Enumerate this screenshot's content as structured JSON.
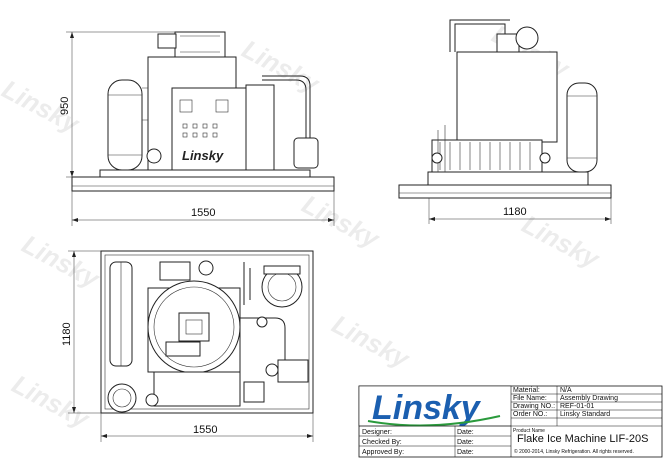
{
  "dimensions": {
    "front_width": "1550",
    "front_height": "950",
    "side_width": "1180",
    "plan_width": "1550",
    "plan_depth": "1180"
  },
  "panel_logo": "Linsky",
  "watermark": "Linsky",
  "title_block": {
    "logo": "Linsky",
    "fields": [
      {
        "label": "Material:",
        "value": "N/A"
      },
      {
        "label": "File Name:",
        "value": "Assembly Drawing"
      },
      {
        "label": "Drawing NO.:",
        "value": "REF-01-01"
      },
      {
        "label": "Order NO.:",
        "value": "Linsky Standard"
      },
      {
        "label": "Product Name",
        "value": ""
      }
    ],
    "signatures": [
      {
        "label": "Designer:",
        "date_label": "Date:"
      },
      {
        "label": "Checked By:",
        "date_label": "Date:"
      },
      {
        "label": "Approved By:",
        "date_label": "Date:"
      }
    ],
    "product_name": "Flake Ice Machine LIF-20S",
    "copyright": "© 2000-2014, Linsky Refrigeration. All rights reserved."
  },
  "colors": {
    "logo_blue": "#1b5fb0",
    "line": "#222222",
    "watermark": "#ececec"
  }
}
